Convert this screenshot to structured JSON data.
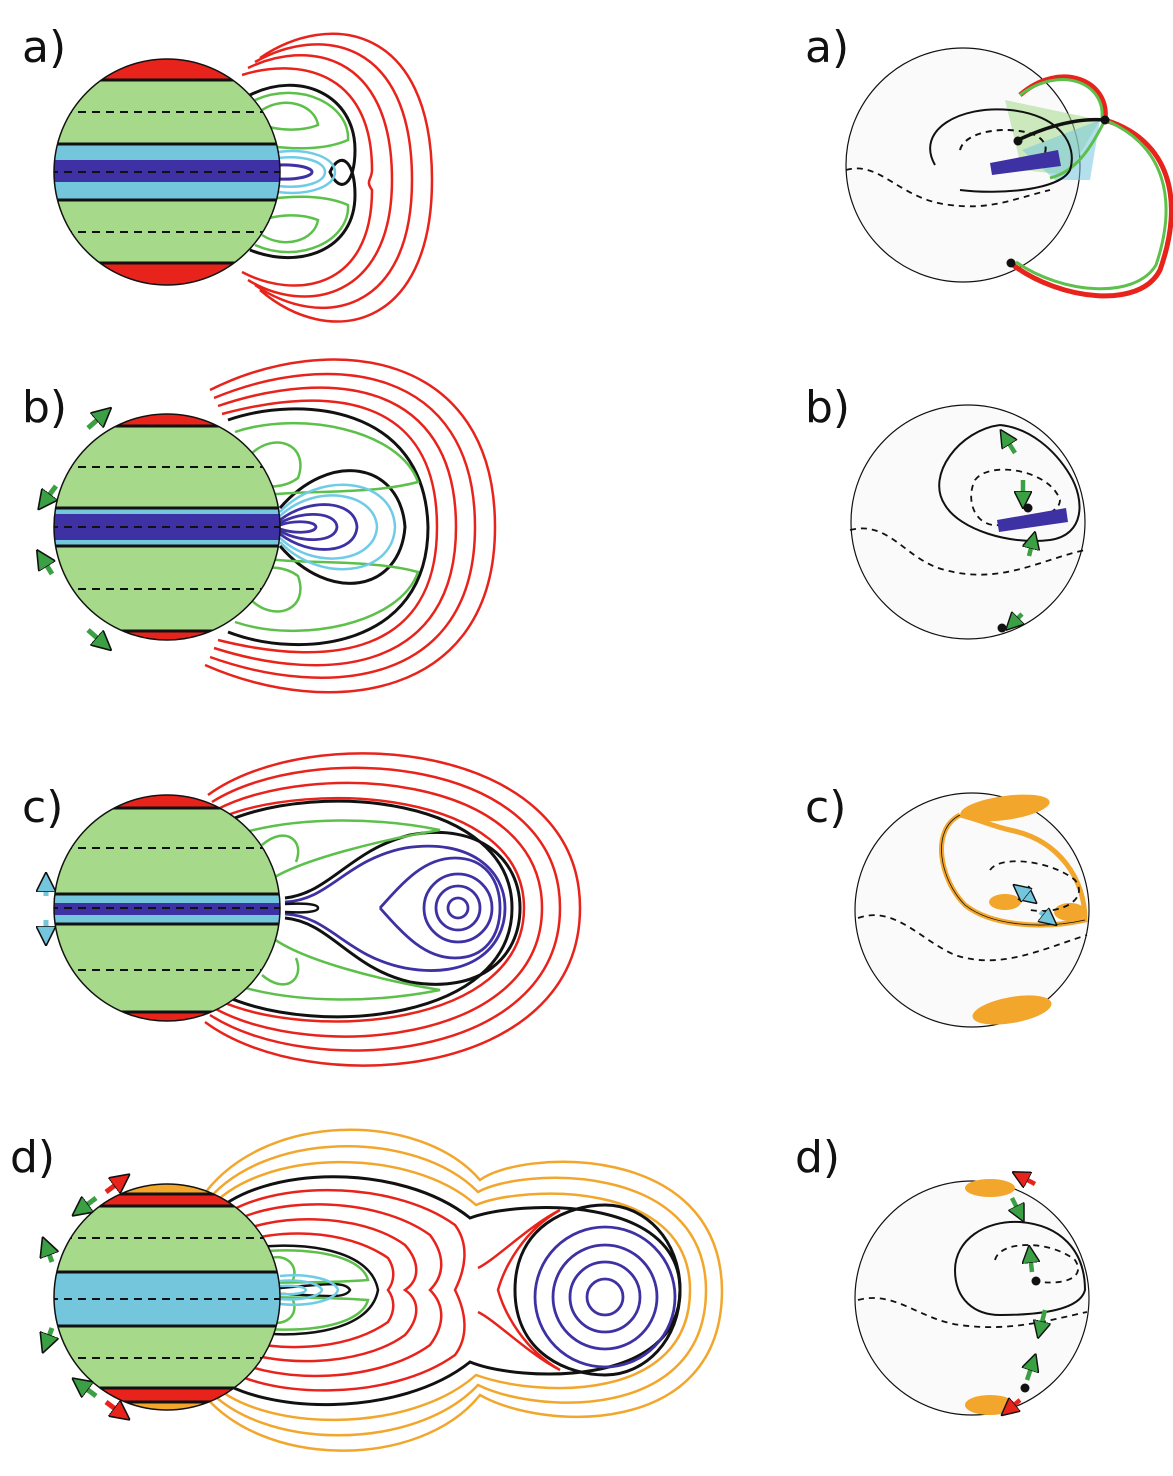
{
  "panels": [
    {
      "left_label": "a)",
      "right_label": "a)"
    },
    {
      "left_label": "b)",
      "right_label": "b)"
    },
    {
      "left_label": "c)",
      "right_label": "c)"
    },
    {
      "left_label": "d)",
      "right_label": "d)"
    }
  ],
  "colors": {
    "red": "#e8231c",
    "green_fill": "#a6d98a",
    "green_line": "#5cc04a",
    "light_blue_fill": "#74c6dd",
    "light_blue_line": "#6fcbe6",
    "dark_blue": "#3e31a3",
    "orange": "#f2a62c",
    "black": "#111111"
  }
}
